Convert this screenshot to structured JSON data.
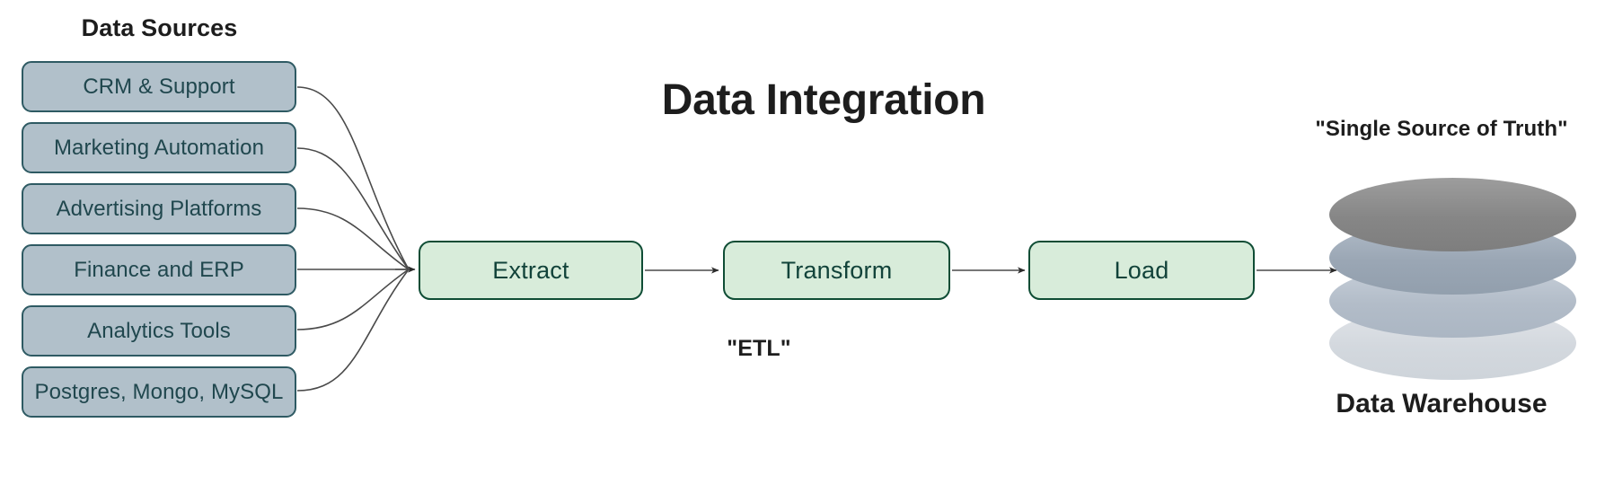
{
  "title": "Data Integration",
  "sources": {
    "heading": "Data Sources",
    "items": [
      {
        "label": "CRM & Support"
      },
      {
        "label": "Marketing Automation"
      },
      {
        "label": "Advertising Platforms"
      },
      {
        "label": "Finance and ERP"
      },
      {
        "label": "Analytics Tools"
      },
      {
        "label": "Postgres, Mongo, MySQL"
      }
    ]
  },
  "pipeline": {
    "caption": "\"ETL\"",
    "stages": [
      {
        "label": "Extract"
      },
      {
        "label": "Transform"
      },
      {
        "label": "Load"
      }
    ]
  },
  "warehouse": {
    "top_caption": "\"Single Source of Truth\"",
    "bottom_caption": "Data Warehouse",
    "disk_count": 4
  },
  "colors": {
    "source_fill": "#b1c0ca",
    "source_border": "#2e5a63",
    "source_text": "#20474e",
    "stage_fill": "#d8ecda",
    "stage_border": "#0f4d35",
    "stage_text": "#12433a",
    "connector": "#4a4a4a",
    "heading_text": "#1d1d1d",
    "background": "#ffffff"
  }
}
